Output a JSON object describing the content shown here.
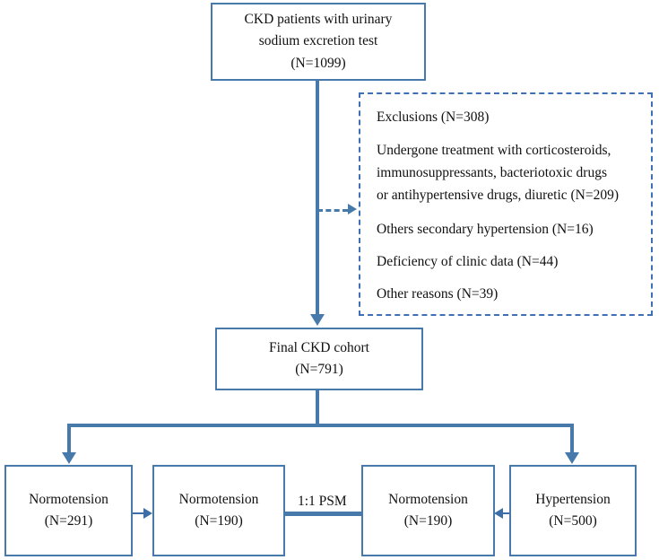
{
  "figure": {
    "type": "flowchart",
    "title": "CKD cohort participant selection flow diagram"
  },
  "nodes": {
    "source_cohort": {
      "line1": "CKD patients with urinary",
      "line2": "sodium excretion test",
      "line3": "(N=1099)"
    },
    "exclusions": {
      "heading": "Exclusions (N=308)",
      "reason1_line1": "Undergone treatment with corticosteroids,",
      "reason1_line2": "immunosuppressants, bacteriotoxic drugs",
      "reason1_line3": "or antihypertensive drugs, diuretic (N=209)",
      "reason2": "Others secondary hypertension (N=16)",
      "reason3": "Deficiency of clinic data (N=44)",
      "reason4": "Other reasons (N=39)"
    },
    "final_cohort": {
      "line1": "Final CKD cohort",
      "line2": "(N=791)"
    },
    "normotension_all": {
      "line1": "Normotension",
      "line2": "(N=291)"
    },
    "normotension_matched_left": {
      "line1": "Normotension",
      "line2": "(N=190)"
    },
    "normotension_matched_right": {
      "line1": "Normotension",
      "line2": "(N=190)"
    },
    "hypertension_all": {
      "line1": "Hypertension",
      "line2": "(N=500)"
    }
  },
  "edges": {
    "psm_label": "1:1 PSM"
  },
  "colors": {
    "border": "#4779ab",
    "dashed_border": "#3f6fb5",
    "connector": "#4779ab",
    "text": "#101010",
    "background": "#ffffff"
  }
}
